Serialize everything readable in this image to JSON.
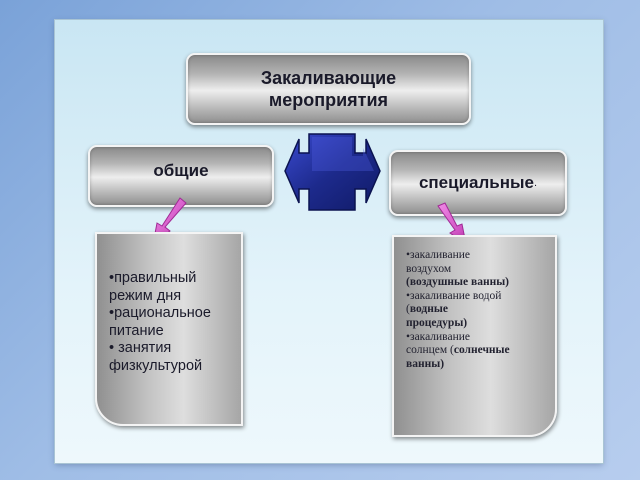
{
  "title": "Закаливающие мероприятия",
  "general": {
    "label": "общие",
    "items": [
      "•правильный",
      "режим дня",
      "•рациональное",
      "питание",
      "• занятия",
      "физкультурой"
    ]
  },
  "special": {
    "label": "специальные",
    "label_suffix": ".",
    "items": [
      {
        "normal": "•закаливание",
        "bold": ""
      },
      {
        "normal": "воздухом",
        "bold": ""
      },
      {
        "normal": "",
        "bold": "(воздушные ванны)"
      },
      {
        "normal": "•закаливание водой",
        "bold": ""
      },
      {
        "normal": "(",
        "bold": "водные"
      },
      {
        "normal": "",
        "bold": "процедуры)"
      },
      {
        "normal": "•закаливание",
        "bold": ""
      },
      {
        "normal": "солнцем (",
        "bold": "солнечные"
      },
      {
        "normal": "",
        "bold": "ванны)"
      }
    ]
  },
  "colors": {
    "center_arrow": "#1d2a8c",
    "pointer_arrow": "#d64bc9",
    "slide_bg": "#d8eff8"
  },
  "icons": {
    "center": "double-headed-cross-arrow-icon",
    "pointers": "arrow-down-icon"
  }
}
